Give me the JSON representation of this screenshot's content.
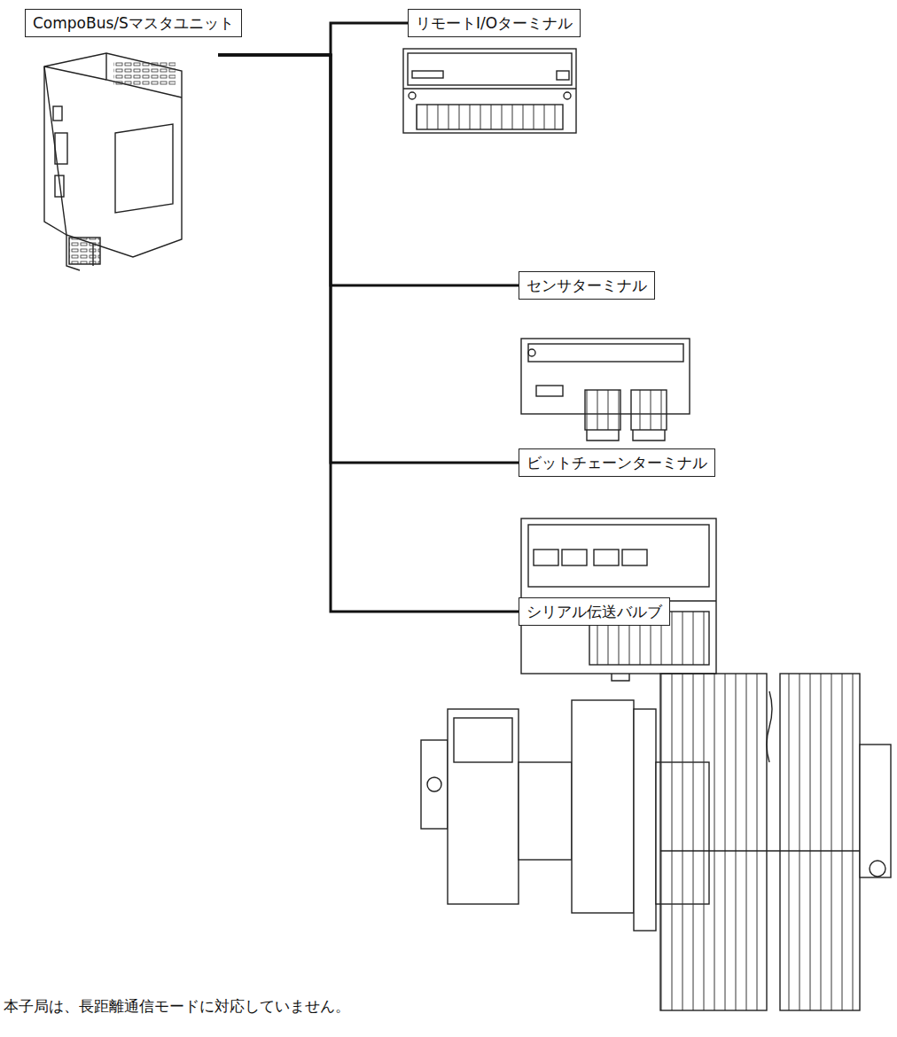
{
  "diagram": {
    "nodes": [
      {
        "text": [
          "CompoBus/Sマスタユニット"
        ]
      },
      {
        "text": [
          "リモートI/Oターミナル"
        ]
      },
      {
        "text": [
          "センサターミナル"
        ]
      },
      {
        "text": [
          "ビットチェーンターミナル"
        ]
      },
      {
        "text": [
          "シリアル伝送バルブ"
        ]
      }
    ],
    "edges": [
      {
        "from": 0,
        "to": 1,
        "arrow": "none"
      },
      {
        "from": 0,
        "to": 2,
        "arrow": "none"
      },
      {
        "from": 0,
        "to": 3,
        "arrow": "none"
      },
      {
        "from": 0,
        "to": 4,
        "arrow": "none"
      }
    ],
    "labels": [
      "本子局は、長距離通信モードに対応していません。"
    ]
  }
}
